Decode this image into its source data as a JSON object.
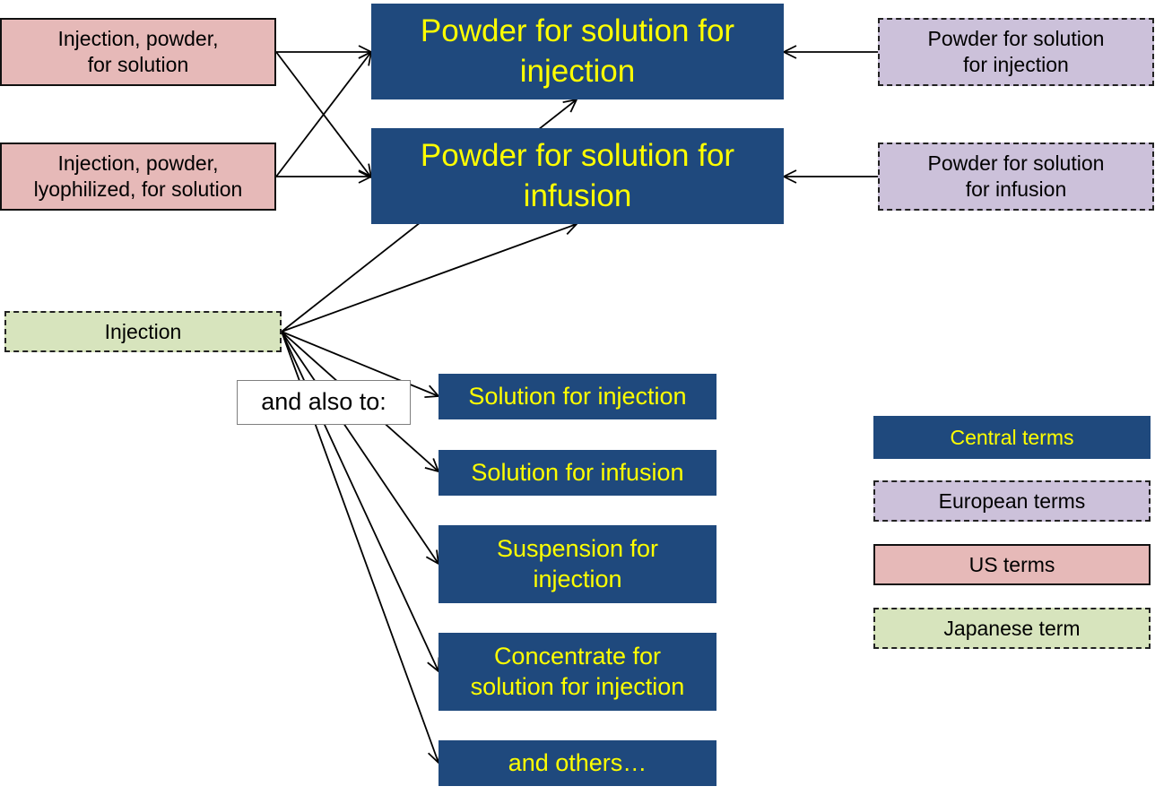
{
  "central_terms": {
    "powder_injection": "Powder for solution for\ninjection",
    "powder_infusion": "Powder for solution for\ninfusion",
    "solution_injection": "Solution for injection",
    "solution_infusion": "Solution for infusion",
    "suspension_injection": "Suspension for\ninjection",
    "concentrate_injection": "Concentrate for\nsolution for injection",
    "and_others": "and others…"
  },
  "us_terms": {
    "powder_solution": "Injection, powder,\nfor solution",
    "powder_lyophilized": "Injection, powder,\nlyophilized, for solution"
  },
  "european_terms": {
    "powder_injection": "Powder for solution\nfor injection",
    "powder_infusion": "Powder for solution\nfor infusion"
  },
  "japanese_term": {
    "injection": "Injection"
  },
  "and_also_to": "and also to:",
  "legend": {
    "central": "Central terms",
    "european": "European terms",
    "us": "US terms",
    "japanese": "Japanese term"
  },
  "colors": {
    "central_fill": "#1f497d",
    "central_text": "#ffff00",
    "european_fill": "#ccc1da",
    "us_fill": "#e6b9b8",
    "japanese_fill": "#d7e4bd"
  }
}
